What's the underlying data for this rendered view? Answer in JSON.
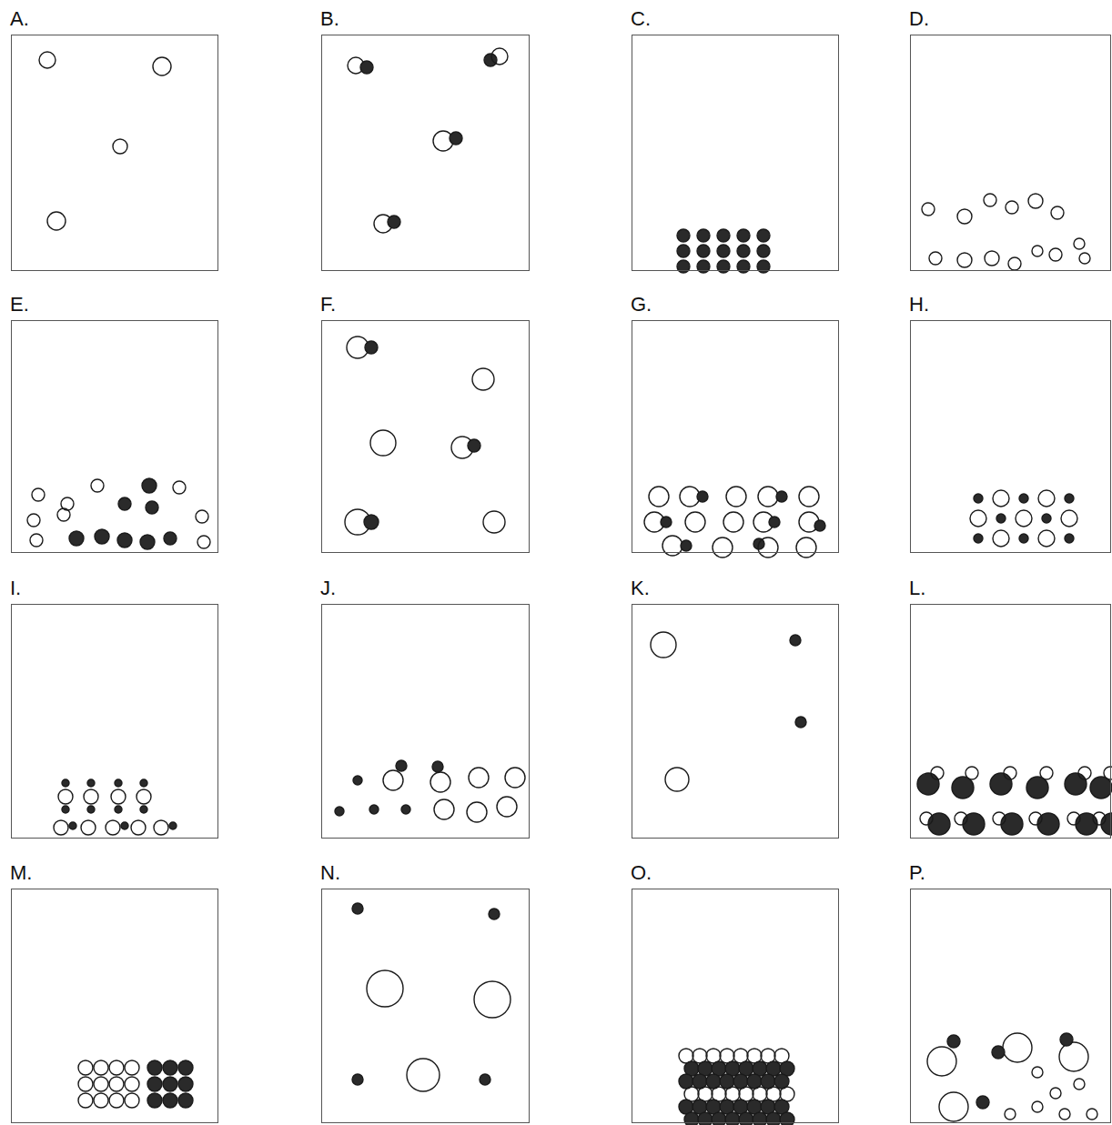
{
  "diagram": {
    "nodes": [
      {
        "text": [
          "A."
        ]
      },
      {
        "text": [
          "B."
        ]
      },
      {
        "text": [
          "C."
        ]
      },
      {
        "text": [
          "D."
        ]
      },
      {
        "text": [
          "E."
        ]
      },
      {
        "text": [
          "F."
        ]
      },
      {
        "text": [
          "G."
        ]
      },
      {
        "text": [
          "H."
        ]
      },
      {
        "text": [
          "I."
        ]
      },
      {
        "text": [
          "J."
        ]
      },
      {
        "text": [
          "K."
        ]
      },
      {
        "text": [
          "L."
        ]
      },
      {
        "text": [
          "M."
        ]
      },
      {
        "text": [
          "N."
        ]
      },
      {
        "text": [
          "O."
        ]
      },
      {
        "text": [
          "P."
        ]
      }
    ]
  }
}
